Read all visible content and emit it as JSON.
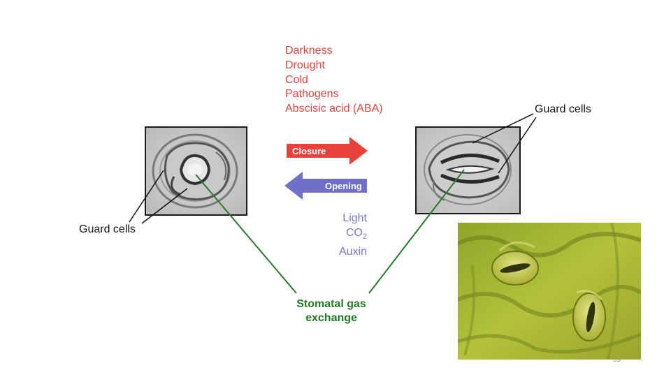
{
  "closing_factors": [
    "Darkness",
    "Drought",
    "Cold",
    "Pathogens",
    "Abscisic acid (ABA)"
  ],
  "opening_factors": {
    "light": "Light",
    "co2_main": "CO",
    "co2_sub": "2",
    "auxin": "Auxin"
  },
  "arrows": {
    "closure": "Closure",
    "opening": "Opening"
  },
  "labels": {
    "guard_cells_left": "Guard cells",
    "guard_cells_right": "Guard cells"
  },
  "center_label": {
    "line1": "Stomatal gas",
    "line2": "exchange"
  },
  "slide_number": "33",
  "colors": {
    "closing_red": "#e0443f",
    "opening_blue": "#6f70c8",
    "gas_green": "#1f7a23"
  }
}
